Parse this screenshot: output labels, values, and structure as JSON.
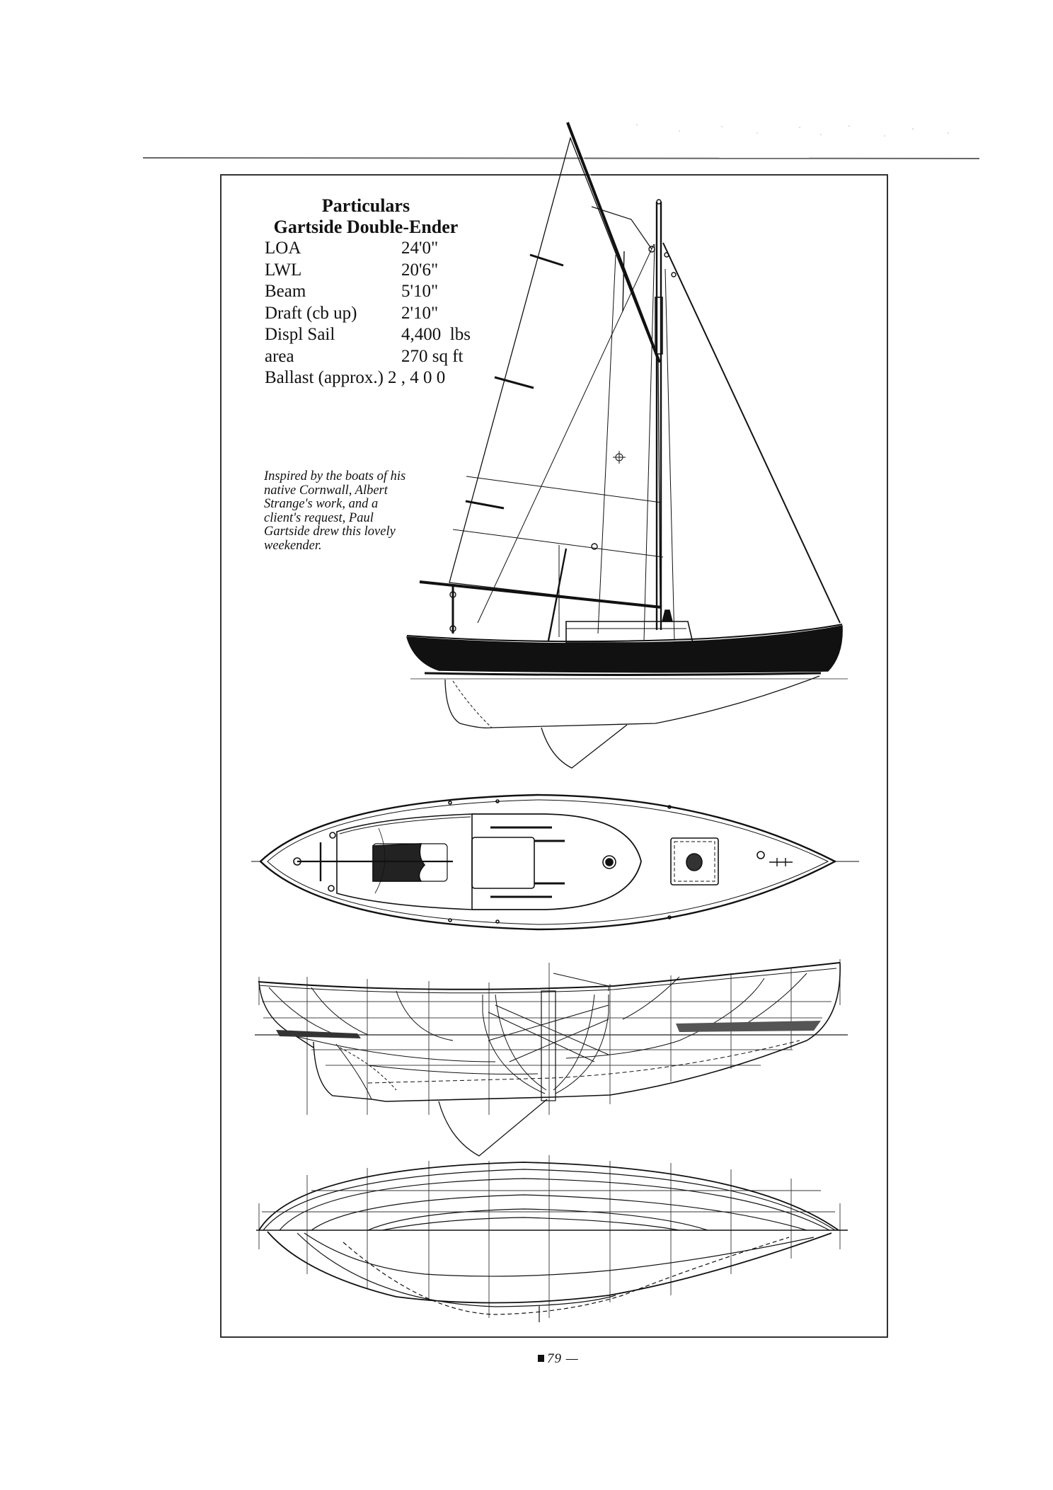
{
  "specs": {
    "heading": "Particulars",
    "boat_name": "Gartside Double-Ender",
    "rows": [
      {
        "label": "LOA",
        "value": "24'0\""
      },
      {
        "label": "LWL",
        "value": "20'6\""
      },
      {
        "label": "Beam",
        "value": "5'10\""
      },
      {
        "label": "Draft (cb up)",
        "value": "2'10\""
      },
      {
        "label": "Displ Sail",
        "value": "4,400  lbs"
      },
      {
        "label": "area",
        "value": "270 sq ft"
      },
      {
        "label": "Ballast (approx.)",
        "value": "2 , 4 0 0"
      }
    ]
  },
  "caption": {
    "lines": [
      "Inspired by the boats of his",
      "native Cornwall, Albert",
      "Strange's work, and a",
      "client's request, Paul",
      "Gartside drew this lovely",
      "weekender."
    ]
  },
  "drawings": {
    "sail_plan": "sail-plan-profile",
    "deck_plan": "deck-plan-view",
    "lines_profile": "lines-profile-view",
    "half_breadth": "half-breadth-plan-view"
  },
  "folio": {
    "marker_icon": "black-square-icon",
    "page_number": "79",
    "dash": "—"
  },
  "colors": {
    "ink": "#111111",
    "paper": "#ffffff",
    "rule": "#555555"
  }
}
